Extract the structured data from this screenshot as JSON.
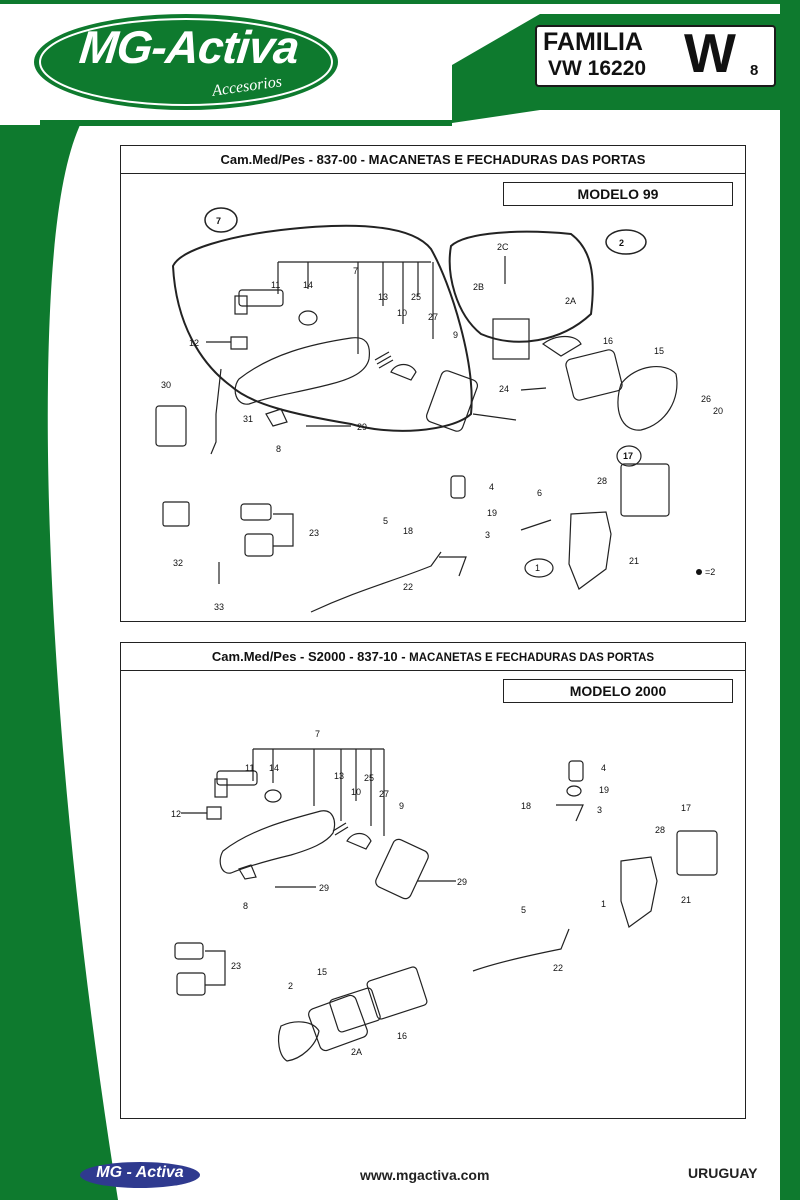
{
  "header": {
    "brand": "MG-Activa",
    "brand_sub": "Accesorios",
    "family_label": "FAMILIA",
    "model_code": "VW 16220",
    "family_letter": "W",
    "family_number": "8",
    "brand_color": "#0e7a2e"
  },
  "panels": [
    {
      "title_main": "Cam.Med/Pes - 837-00 - MACANETAS E FECHADURAS DAS PORTAS",
      "title_small": "",
      "model_label": "MODELO 99",
      "callouts": [
        "7",
        "11",
        "14",
        "13",
        "25",
        "10",
        "27",
        "9",
        "12",
        "30",
        "31",
        "8",
        "29",
        "2C",
        "2B",
        "2A",
        "2",
        "16",
        "15",
        "24",
        "26",
        "20",
        "17",
        "4",
        "6",
        "28",
        "19",
        "18",
        "3",
        "5",
        "1",
        "21",
        "22",
        "23",
        "32",
        "33"
      ],
      "legend_note": "=2"
    },
    {
      "title_main": "Cam.Med/Pes - S2000 - 837-10 - ",
      "title_small": "MACANETAS E FECHADURAS DAS PORTAS",
      "model_label": "MODELO 2000",
      "callouts": [
        "7",
        "11",
        "14",
        "13",
        "25",
        "10",
        "27",
        "9",
        "12",
        "8",
        "29",
        "4",
        "19",
        "18",
        "3",
        "17",
        "28",
        "1",
        "21",
        "5",
        "22",
        "23",
        "15",
        "2",
        "2A",
        "16"
      ]
    }
  ],
  "footer": {
    "logo": "MG - Activa",
    "url": "www.mgactiva.com",
    "country": "URUGUAY"
  }
}
